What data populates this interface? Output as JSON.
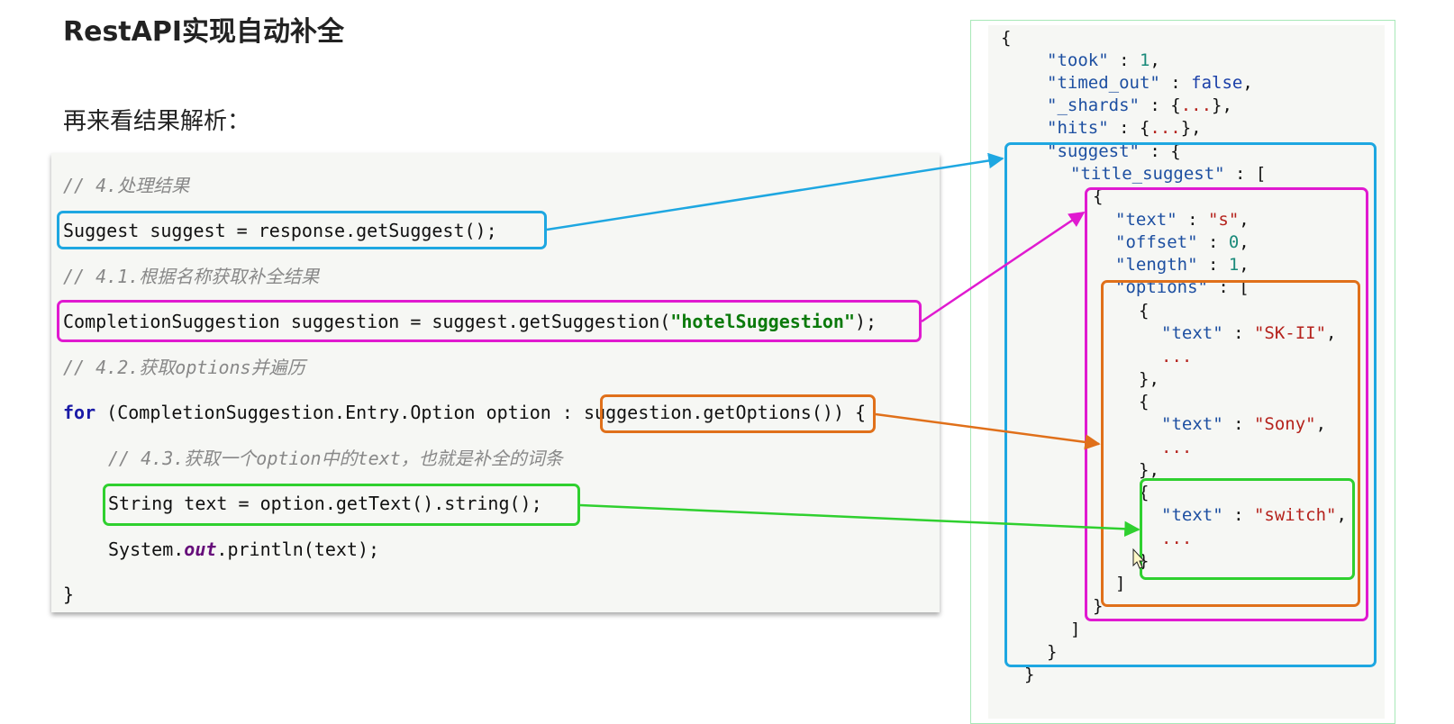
{
  "title": "RestAPI实现自动补全",
  "subtitle": "再来看结果解析：",
  "code": {
    "c1": "// 4.处理结果",
    "l1": "Suggest suggest = response.getSuggest();",
    "c2": "// 4.1.根据名称获取补全结果",
    "l2_pre": "CompletionSuggestion suggestion = suggest.getSuggestion(",
    "l2_str": "\"hotelSuggestion\"",
    "l2_post": ");",
    "l3_kw": "for",
    "l3_a": " (CompletionSuggestion.Entry.Option option : ",
    "l3_b": "suggestion.getOptions()",
    "l3_c": ") {",
    "c3": "// 4.3.获取一个option中的text，也就是补全的词条",
    "l4": "String text = option.getText().string();",
    "l5_a": "System.",
    "l5_field": "out",
    "l5_b": ".println(text);",
    "l6": "}"
  },
  "json": {
    "open": "{",
    "took_key": "\"took\"",
    "took_val": "1",
    "timed_key": "\"timed_out\"",
    "timed_val": "false",
    "shards_key": "\"_shards\"",
    "shards_dots": "...",
    "hits_key": "\"hits\"",
    "hits_dots": "...",
    "suggest_key": "\"suggest\"",
    "title_suggest_key": "\"title_suggest\"",
    "text_key": "\"text\"",
    "text_val": "\"s\"",
    "offset_key": "\"offset\"",
    "offset_val": "0",
    "length_key": "\"length\"",
    "length_val": "1",
    "options_key": "\"options\"",
    "opt1_val": "\"SK-II\"",
    "opt2_val": "\"Sony\"",
    "opt3_val": "\"switch\"",
    "dots": "...",
    "close": "}"
  },
  "colors": {
    "blue": "#1ea7e1",
    "magenta": "#e01ad0",
    "orange": "#e0701a",
    "green": "#2fd02f"
  }
}
